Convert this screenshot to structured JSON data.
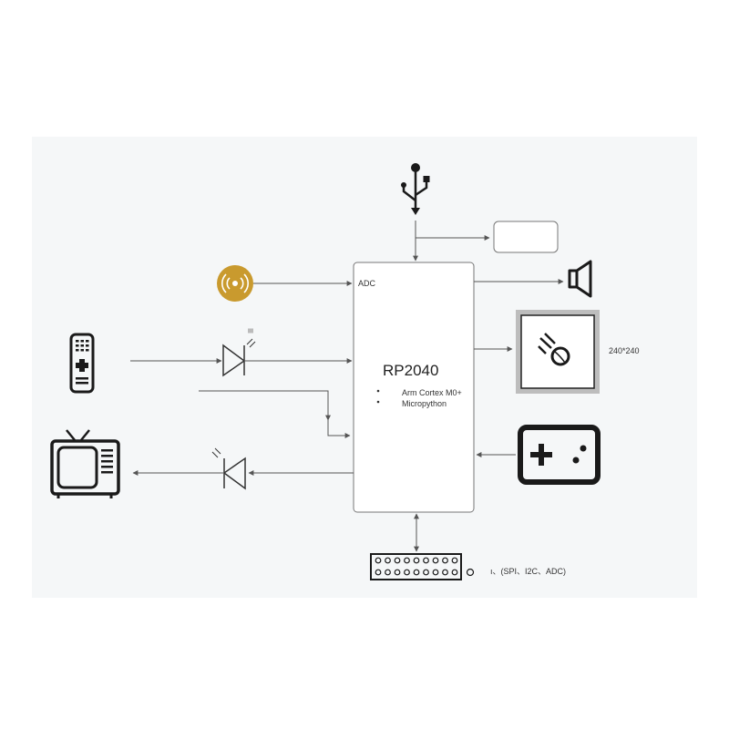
{
  "chip": {
    "name": "RP2040",
    "adc_label": "ADC",
    "features": [
      "Arm Cortex M0+",
      "Micropython"
    ]
  },
  "display": {
    "resolution": "240*240"
  },
  "header": {
    "label": "ı、(SPI、I2C、ADC)"
  },
  "icons": {
    "usb": "usb-icon",
    "sensor": "vibration-sensor-icon",
    "remote": "remote-control-icon",
    "ir_receiver": "ir-receiver-diode-icon",
    "ir_transmitter": "ir-led-diode-icon",
    "tv": "tv-icon",
    "speaker": "speaker-icon",
    "display": "lcd-display-icon",
    "gamepad": "gamepad-icon",
    "pin_header": "pin-header-icon"
  },
  "colors": {
    "sensor_gold": "#c99a2e",
    "line": "#555555",
    "icon_dark": "#1a1a1a",
    "display_bezel": "#bdbdbd"
  }
}
